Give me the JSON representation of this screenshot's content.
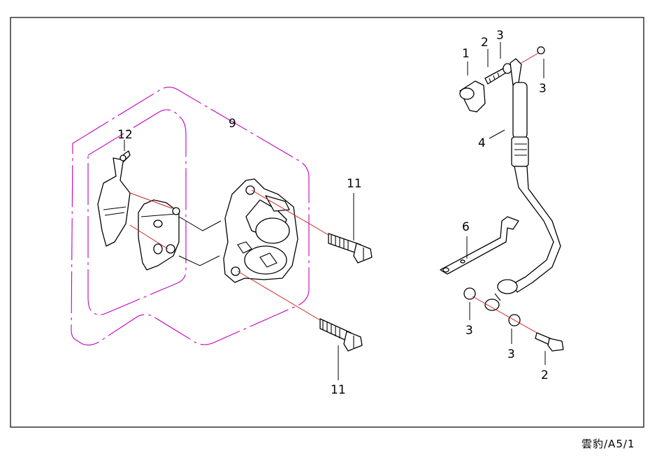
{
  "callouts": {
    "c1": "1",
    "c2_top": "2",
    "c3_top": "3",
    "c3_right": "3",
    "c4": "4",
    "c6": "6",
    "c3_washer_left": "3",
    "c3_washer_mid": "3",
    "c2_bottom": "2",
    "c9": "9",
    "c12": "12",
    "c11_top": "11",
    "c11_bottom": "11"
  },
  "footer": "雲豹/A5/1",
  "colors": {
    "group_outline": "#c000c0",
    "assembly_lines": "#d02020",
    "ink": "#000000"
  }
}
